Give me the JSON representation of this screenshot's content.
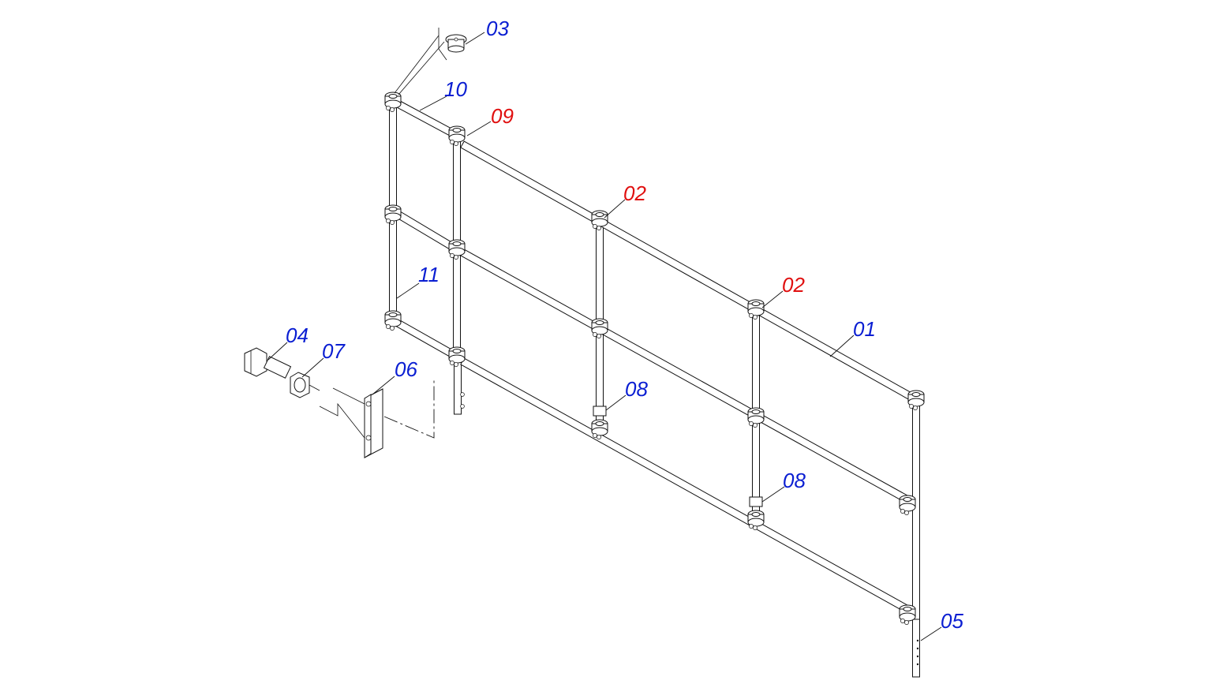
{
  "colors": {
    "standard": "#0a1ed2",
    "highlight": "#e01010",
    "line": "#111111",
    "background": "#ffffff"
  },
  "callouts": [
    {
      "id": "c03",
      "text": "03",
      "color": "standard"
    },
    {
      "id": "c10",
      "text": "10",
      "color": "standard"
    },
    {
      "id": "c09",
      "text": "09",
      "color": "highlight"
    },
    {
      "id": "c02a",
      "text": "02",
      "color": "highlight"
    },
    {
      "id": "c02b",
      "text": "02",
      "color": "highlight"
    },
    {
      "id": "c01",
      "text": "01",
      "color": "standard"
    },
    {
      "id": "c11",
      "text": "11",
      "color": "standard"
    },
    {
      "id": "c04",
      "text": "04",
      "color": "standard"
    },
    {
      "id": "c07",
      "text": "07",
      "color": "standard"
    },
    {
      "id": "c06",
      "text": "06",
      "color": "standard"
    },
    {
      "id": "c08a",
      "text": "08",
      "color": "standard"
    },
    {
      "id": "c08b",
      "text": "08",
      "color": "standard"
    },
    {
      "id": "c05",
      "text": "05",
      "color": "standard"
    }
  ]
}
